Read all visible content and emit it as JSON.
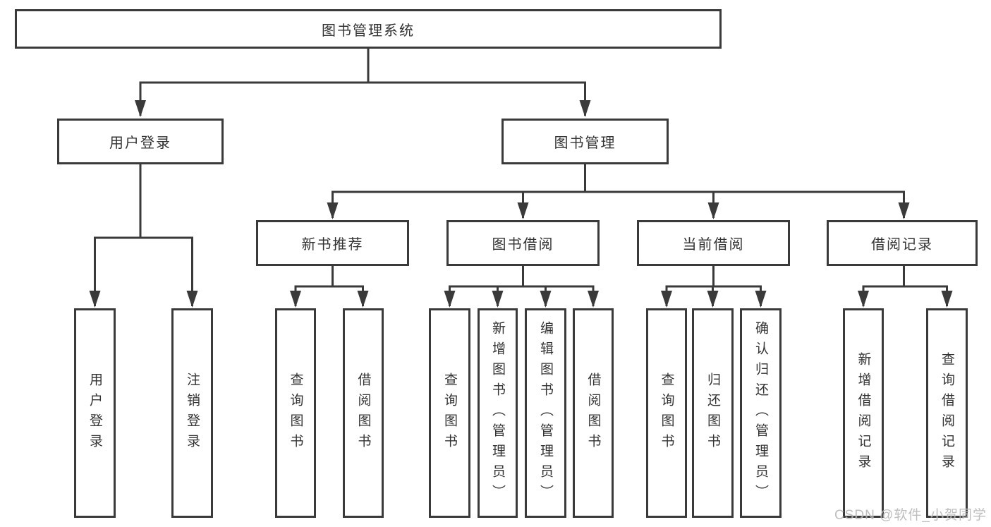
{
  "diagram_title": "图书管理系统",
  "nodes": {
    "root": "图书管理系统",
    "level2": [
      "用户登录",
      "图书管理"
    ],
    "level3": [
      "新书推荐",
      "图书借阅",
      "当前借阅",
      "借阅记录"
    ],
    "leaves_user": [
      "用户登录",
      "注销登录"
    ],
    "leaves_newbook": [
      "查询图书",
      "借阅图书"
    ],
    "leaves_borrow": [
      "查询图书",
      "新增图书（管理员）",
      "编辑图书（管理员）",
      "借阅图书"
    ],
    "leaves_current": [
      "查询图书",
      "归还图书",
      "确认归还（管理员）"
    ],
    "leaves_record": [
      "新增借阅记录",
      "查询借阅记录"
    ]
  },
  "watermark": "CSDN @软件_小贺同学",
  "colors": {
    "line": "#3a3a3a",
    "box_border": "#3a3a3a",
    "text": "#333333",
    "watermark": "#b3b3b3",
    "background": "#ffffff"
  }
}
